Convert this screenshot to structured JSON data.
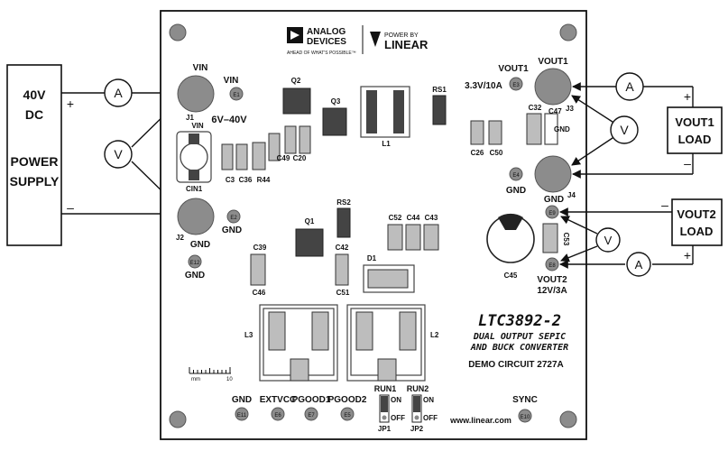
{
  "supply": {
    "line1": "40V",
    "line2": "DC",
    "line3": "POWER",
    "line4": "SUPPLY",
    "plus": "+",
    "minus": "–"
  },
  "meters": {
    "ammeter": "A",
    "voltmeter": "V"
  },
  "loads": {
    "vout1": {
      "line1": "VOUT1",
      "line2": "LOAD",
      "plus": "+",
      "minus": "–"
    },
    "vout2": {
      "line1": "VOUT2",
      "line2": "LOAD",
      "plus": "+",
      "minus": "–"
    }
  },
  "logos": {
    "analog_devices_line1": "ANALOG",
    "analog_devices_line2": "DEVICES",
    "analog_devices_tagline": "AHEAD OF WHAT'S POSSIBLE™",
    "linear_line1": "POWER BY",
    "linear_line2": "LINEAR"
  },
  "board": {
    "title": "LTC3892-2",
    "subtitle1": "DUAL OUTPUT SEPIC",
    "subtitle2": "AND BUCK CONVERTER",
    "demo": "DEMO CIRCUIT 2727A",
    "url": "www.linear.com",
    "scale_mm": "mm",
    "scale_10": "10"
  },
  "labels": {
    "vin_top": "VIN",
    "vin_e1": "VIN",
    "e1": "E1",
    "j1": "J1",
    "vin_range": "6V–40V",
    "vin_cin": "VIN",
    "cin1": "CIN1",
    "j2": "J2",
    "gnd_j2": "GND",
    "e2": "E2",
    "gnd_e2": "GND",
    "e12": "E12",
    "gnd_e12": "GND",
    "c3": "C3",
    "c36": "C36",
    "r44": "R44",
    "c49": "C49",
    "c20": "C20",
    "q2": "Q2",
    "q3": "Q3",
    "l1": "L1",
    "rs1": "RS1",
    "rs2": "RS2",
    "q1": "Q1",
    "c42": "C42",
    "c39": "C39",
    "c46": "C46",
    "c51": "C51",
    "d1": "D1",
    "c52": "C52",
    "c44": "C44",
    "c43": "C43",
    "vout1_e3": "VOUT1",
    "vout1_spec": "3.3V/10A",
    "e3": "E3",
    "vout1_j3": "VOUT1",
    "j3": "J3",
    "c32": "C32",
    "c47": "C47",
    "gnd_c47": "GND",
    "c26": "C26",
    "c50": "C50",
    "e4": "E4",
    "gnd_e4": "GND",
    "gnd_j4": "GND",
    "j4": "J4",
    "e9": "E9",
    "c53": "C53",
    "c45": "C45",
    "e8": "E8",
    "vout2": "VOUT2",
    "vout2_spec": "12V/3A",
    "l3": "L3",
    "l2": "L2",
    "gnd_e11": "GND",
    "e11": "E11",
    "extvcc": "EXTVCC",
    "e6": "E6",
    "pgood1": "PGOOD1",
    "e7": "E7",
    "pgood2": "PGOOD2",
    "e5": "E5",
    "run1": "RUN1",
    "run2": "RUN2",
    "on1": "ON",
    "off1": "OFF",
    "on2": "ON",
    "off2": "OFF",
    "jp1": "JP1",
    "jp2": "JP2",
    "sync": "SYNC",
    "e10": "E10"
  }
}
